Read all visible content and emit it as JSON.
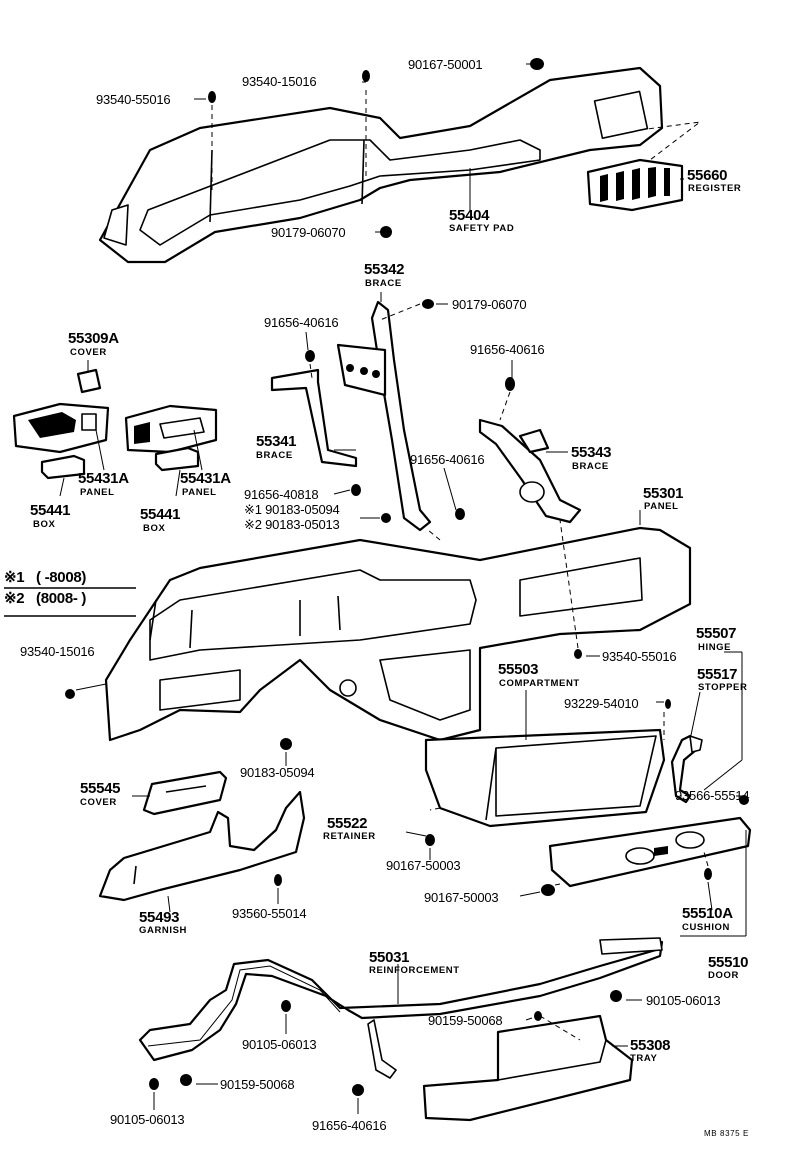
{
  "parts": {
    "p90167_50001": {
      "num": "90167-50001"
    },
    "p93540_15016_top": {
      "num": "93540-15016"
    },
    "p93540_55016_top": {
      "num": "93540-55016"
    },
    "p55660": {
      "num": "55660",
      "name": "REGISTER"
    },
    "p55404": {
      "num": "55404",
      "name": "SAFETY PAD"
    },
    "p90179_06070_a": {
      "num": "90179-06070"
    },
    "p55342": {
      "num": "55342",
      "name": "BRACE"
    },
    "p90179_06070_b": {
      "num": "90179-06070"
    },
    "p91656_40616_a": {
      "num": "91656-40616"
    },
    "p91656_40616_b": {
      "num": "91656-40616"
    },
    "p55309A": {
      "num": "55309A",
      "name": "COVER"
    },
    "p55341": {
      "num": "55341",
      "name": "BRACE"
    },
    "p55343": {
      "num": "55343",
      "name": "BRACE"
    },
    "p91656_40616_c": {
      "num": "91656-40616"
    },
    "p55431A_a": {
      "num": "55431A",
      "name": "PANEL"
    },
    "p55431A_b": {
      "num": "55431A",
      "name": "PANEL"
    },
    "p55441_a": {
      "num": "55441",
      "name": "BOX"
    },
    "p55441_b": {
      "num": "55441",
      "name": "BOX"
    },
    "p91656_40818": {
      "num": "91656-40818"
    },
    "p90183_05094_a": {
      "num": "※1 90183-05094"
    },
    "p90183_05013": {
      "num": "※2 90183-05013"
    },
    "p55301": {
      "num": "55301",
      "name": "PANEL"
    },
    "p93540_15016_mid": {
      "num": "93540-15016"
    },
    "p93540_55016_mid": {
      "num": "93540-55016"
    },
    "p55507": {
      "num": "55507",
      "name": "HINGE"
    },
    "p55517": {
      "num": "55517",
      "name": "STOPPER"
    },
    "p55503": {
      "num": "55503",
      "name": "COMPARTMENT"
    },
    "p93229_54010": {
      "num": "93229-54010"
    },
    "p90183_05094_b": {
      "num": "90183-05094"
    },
    "p55545": {
      "num": "55545",
      "name": "COVER"
    },
    "p55522": {
      "num": "55522",
      "name": "RETAINER"
    },
    "p93566_55514": {
      "num": "93566-55514"
    },
    "p90167_50003_a": {
      "num": "90167-50003"
    },
    "p90167_50003_b": {
      "num": "90167-50003"
    },
    "p55493": {
      "num": "55493",
      "name": "GARNISH"
    },
    "p93560_55014": {
      "num": "93560-55014"
    },
    "p55510A": {
      "num": "55510A",
      "name": "CUSHION"
    },
    "p55510": {
      "num": "55510",
      "name": "DOOR"
    },
    "p55031": {
      "num": "55031",
      "name": "REINFORCEMENT"
    },
    "p90105_06013_a": {
      "num": "90105-06013"
    },
    "p90159_50068_a": {
      "num": "90159-50068"
    },
    "p90105_06013_b": {
      "num": "90105-06013"
    },
    "p55308": {
      "num": "55308",
      "name": "TRAY"
    },
    "p90105_06013_c": {
      "num": "90105-06013"
    },
    "p90159_50068_b": {
      "num": "90159-50068"
    },
    "p91656_40616_d": {
      "num": "91656-40616"
    }
  },
  "legend": {
    "line1_mark": "※1",
    "line1_text": "(      -8008)",
    "line2_mark": "※2",
    "line2_text": "(8008-      )"
  },
  "footer": {
    "code": "MB  8375 E"
  }
}
